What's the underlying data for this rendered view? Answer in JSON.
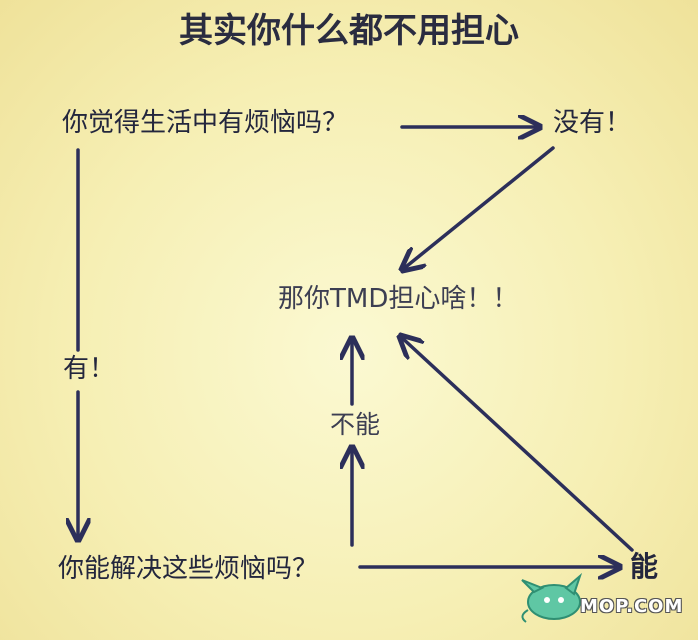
{
  "title": "其实你什么都不用担心",
  "nodes": {
    "question_worries": "你觉得生活中有烦恼吗？",
    "answer_no": "没有！",
    "center": "那你TMD担心啥！！",
    "answer_yes": "有！",
    "answer_cannot": "不能",
    "question_solve": "你能解决这些烦恼吗？",
    "answer_can": "能"
  },
  "watermark": {
    "text": "MOP.COM"
  },
  "colors": {
    "arrow": "#2c2f5a",
    "background": "#f7f1b8"
  }
}
